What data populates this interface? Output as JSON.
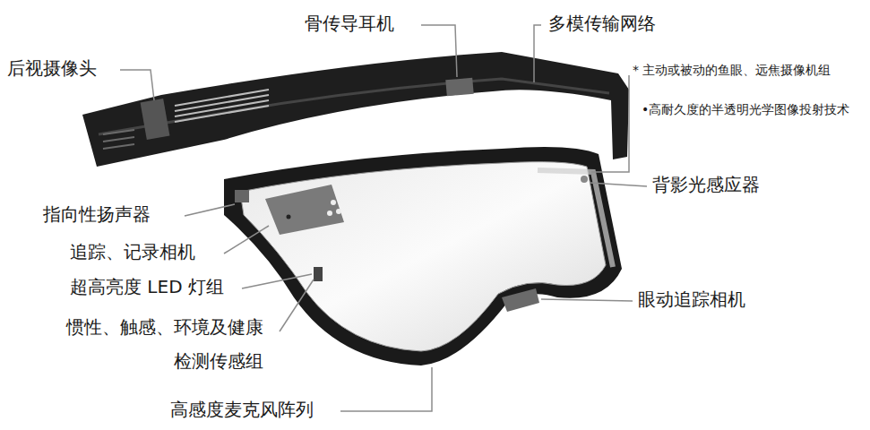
{
  "diagram": {
    "labels": [
      "骨传导耳机",
      "多模传输网络",
      "后视摄像头",
      "* 主动或被动的鱼眼、远焦摄像机组",
      "•高耐久度的半透明光学图像投射技术",
      "背影光感应器",
      "指向性扬声器",
      "追踪、记录相机",
      "超高亮度 LED 灯组",
      "惯性、触感、环境及健康 检测传感组",
      "眼动追踪相机",
      "高感度麦克风阵列"
    ]
  }
}
